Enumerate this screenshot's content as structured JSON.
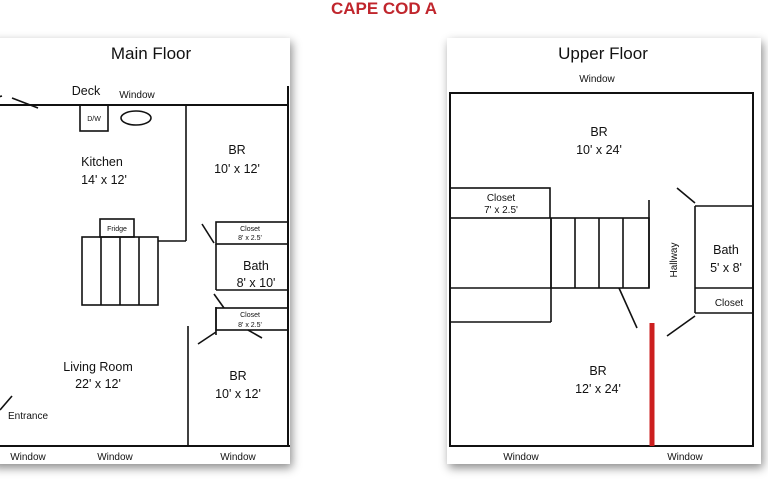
{
  "title": "CAPE COD A",
  "main_floor": {
    "heading": "Main Floor",
    "rooms": {
      "deck": "Deck",
      "kitchen_name": "Kitchen",
      "kitchen_size": "14' x 12'",
      "br_top_name": "BR",
      "br_top_size": "10' x 12'",
      "dw": "D/W",
      "fridge": "Fridge",
      "closet_top_name": "Closet",
      "closet_top_size": "8' x 2.5'",
      "bath_name": "Bath",
      "bath_size": "8' x 10'",
      "closet_bottom_name": "Closet",
      "closet_bottom_size": "8' x 2.5'",
      "living_name": "Living Room",
      "living_size": "22' x 12'",
      "br_bottom_name": "BR",
      "br_bottom_size": "10' x 12'",
      "entrance": "Entrance"
    },
    "windows": {
      "top": "Window",
      "bottom_left": "Window",
      "bottom_mid": "Window",
      "bottom_right": "Window"
    }
  },
  "upper_floor": {
    "heading": "Upper Floor",
    "rooms": {
      "br_top_name": "BR",
      "br_top_size": "10' x 24'",
      "closet_name": "Closet",
      "closet_size": "7' x 2.5'",
      "hallway": "Hallway",
      "bath_name": "Bath",
      "bath_size": "5' x 8'",
      "closet_right": "Closet",
      "br_bottom_name": "BR",
      "br_bottom_size": "12' x 24'"
    },
    "windows": {
      "top": "Window",
      "bottom_left": "Window",
      "bottom_right": "Window"
    }
  },
  "colors": {
    "title": "#c0262d",
    "wall": "#111111",
    "red_wall": "#cc1f1f"
  }
}
